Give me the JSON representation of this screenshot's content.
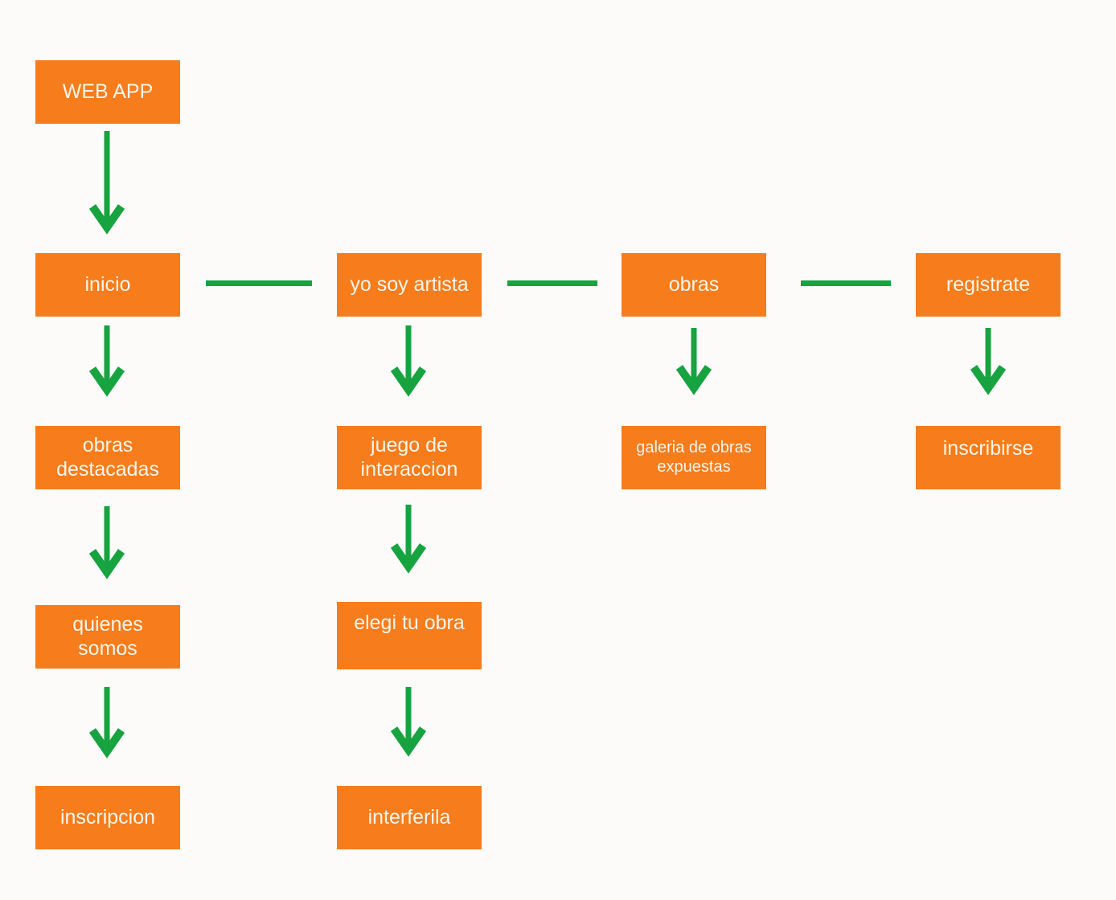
{
  "colors": {
    "page-bg": "#fdfbfa",
    "node-bg": "#f67c1c",
    "node-text": "#fdf6ec",
    "arrow": "#17a340"
  },
  "nodes": {
    "webapp": "WEB APP",
    "inicio": "inicio",
    "yo_soy_artista": "yo soy artista",
    "obras": "obras",
    "registrate": "registrate",
    "obras_destacadas": "obras\ndestacadas",
    "juego_de_interaccion": "juego de\ninteraccion",
    "galeria_de_obras_expuestas": "galeria de obras\nexpuestas",
    "inscribirse": "inscribirse",
    "quienes_somos": "quienes\nsomos",
    "elegi_tu_obra": "elegi tu obra",
    "inscripcion": "inscripcion",
    "interferila": "interferila"
  },
  "edges": [
    {
      "from": "WEB APP",
      "to": "inicio",
      "type": "arrow"
    },
    {
      "from": "inicio",
      "to": "yo soy artista",
      "type": "line"
    },
    {
      "from": "yo soy artista",
      "to": "obras",
      "type": "line"
    },
    {
      "from": "obras",
      "to": "registrate",
      "type": "line"
    },
    {
      "from": "inicio",
      "to": "obras destacadas",
      "type": "arrow"
    },
    {
      "from": "obras destacadas",
      "to": "quienes somos",
      "type": "arrow"
    },
    {
      "from": "quienes somos",
      "to": "inscripcion",
      "type": "arrow"
    },
    {
      "from": "yo soy artista",
      "to": "juego de interaccion",
      "type": "arrow"
    },
    {
      "from": "juego de interaccion",
      "to": "elegi tu obra",
      "type": "arrow"
    },
    {
      "from": "elegi tu obra",
      "to": "interferila",
      "type": "arrow"
    },
    {
      "from": "obras",
      "to": "galeria de obras expuestas",
      "type": "arrow"
    },
    {
      "from": "registrate",
      "to": "inscribirse",
      "type": "arrow"
    }
  ]
}
